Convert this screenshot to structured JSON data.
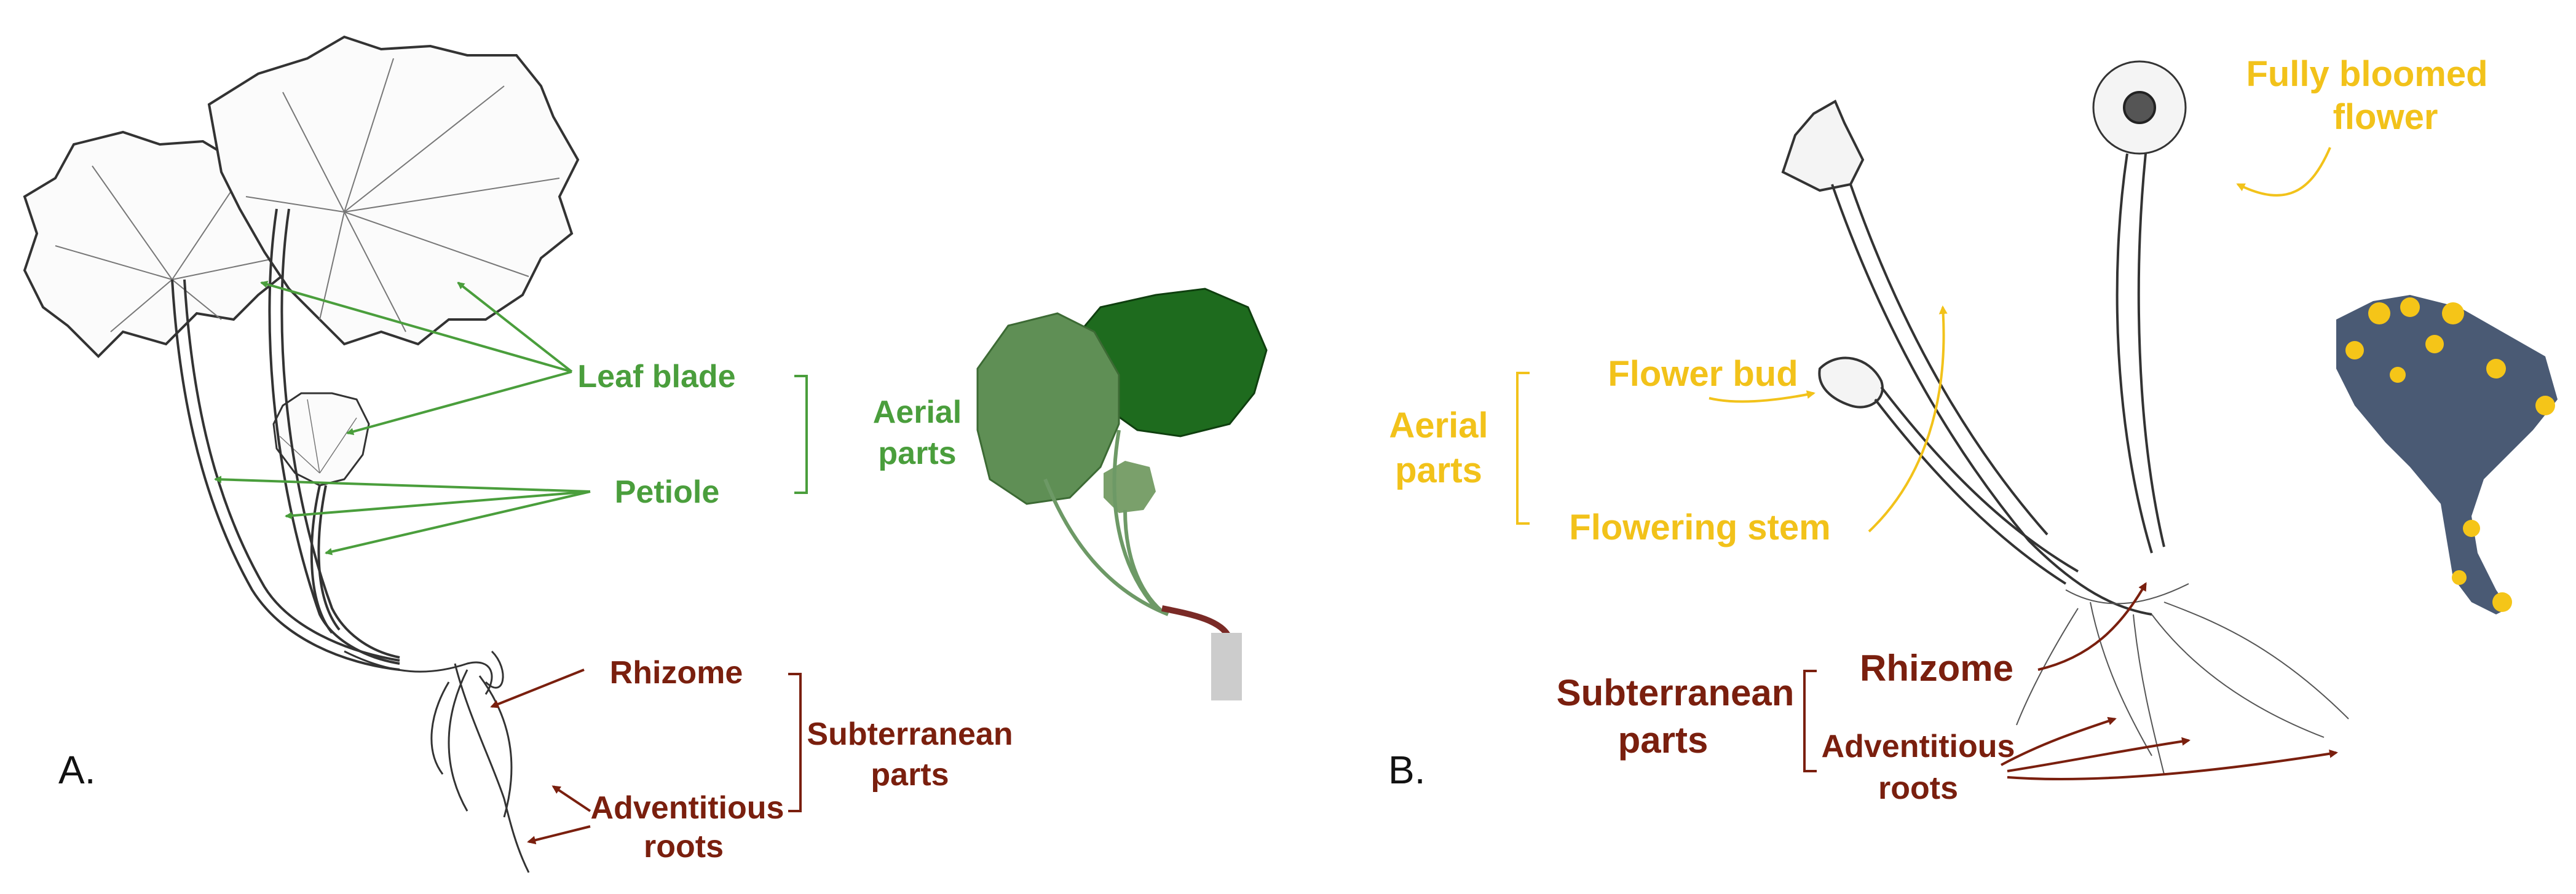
{
  "panel_a": {
    "letter": "A.",
    "labels": {
      "leaf_blade": "Leaf blade",
      "petiole": "Petiole",
      "aerial_line1": "Aerial",
      "aerial_line2": "parts",
      "rhizome": "Rhizome",
      "subterranean_line1": "Subterranean",
      "subterranean_line2": "parts",
      "adventitious_line1": "Adventitious",
      "adventitious_line2": "roots"
    }
  },
  "panel_b": {
    "letter": "B.",
    "labels": {
      "fully_bloomed_line1": "Fully bloomed",
      "fully_bloomed_line2": "flower",
      "flower_bud": "Flower bud",
      "aerial_line1": "Aerial",
      "aerial_line2": "parts",
      "flowering_stem": "Flowering stem",
      "subterranean_line1": "Subterranean",
      "subterranean_line2": "parts",
      "rhizome": "Rhizome",
      "adventitious_line1": "Adventitious",
      "adventitious_line2": "roots"
    }
  },
  "colors": {
    "aerial_a": "#4a9e3c",
    "subterranean": "#7a1f0e",
    "aerial_b": "#f2c21a",
    "sketch": "#333333",
    "photo_leaf_dark": "#1e6b1e",
    "photo_leaf_light": "#5f8f55",
    "flower_yellow": "#f5c518"
  }
}
